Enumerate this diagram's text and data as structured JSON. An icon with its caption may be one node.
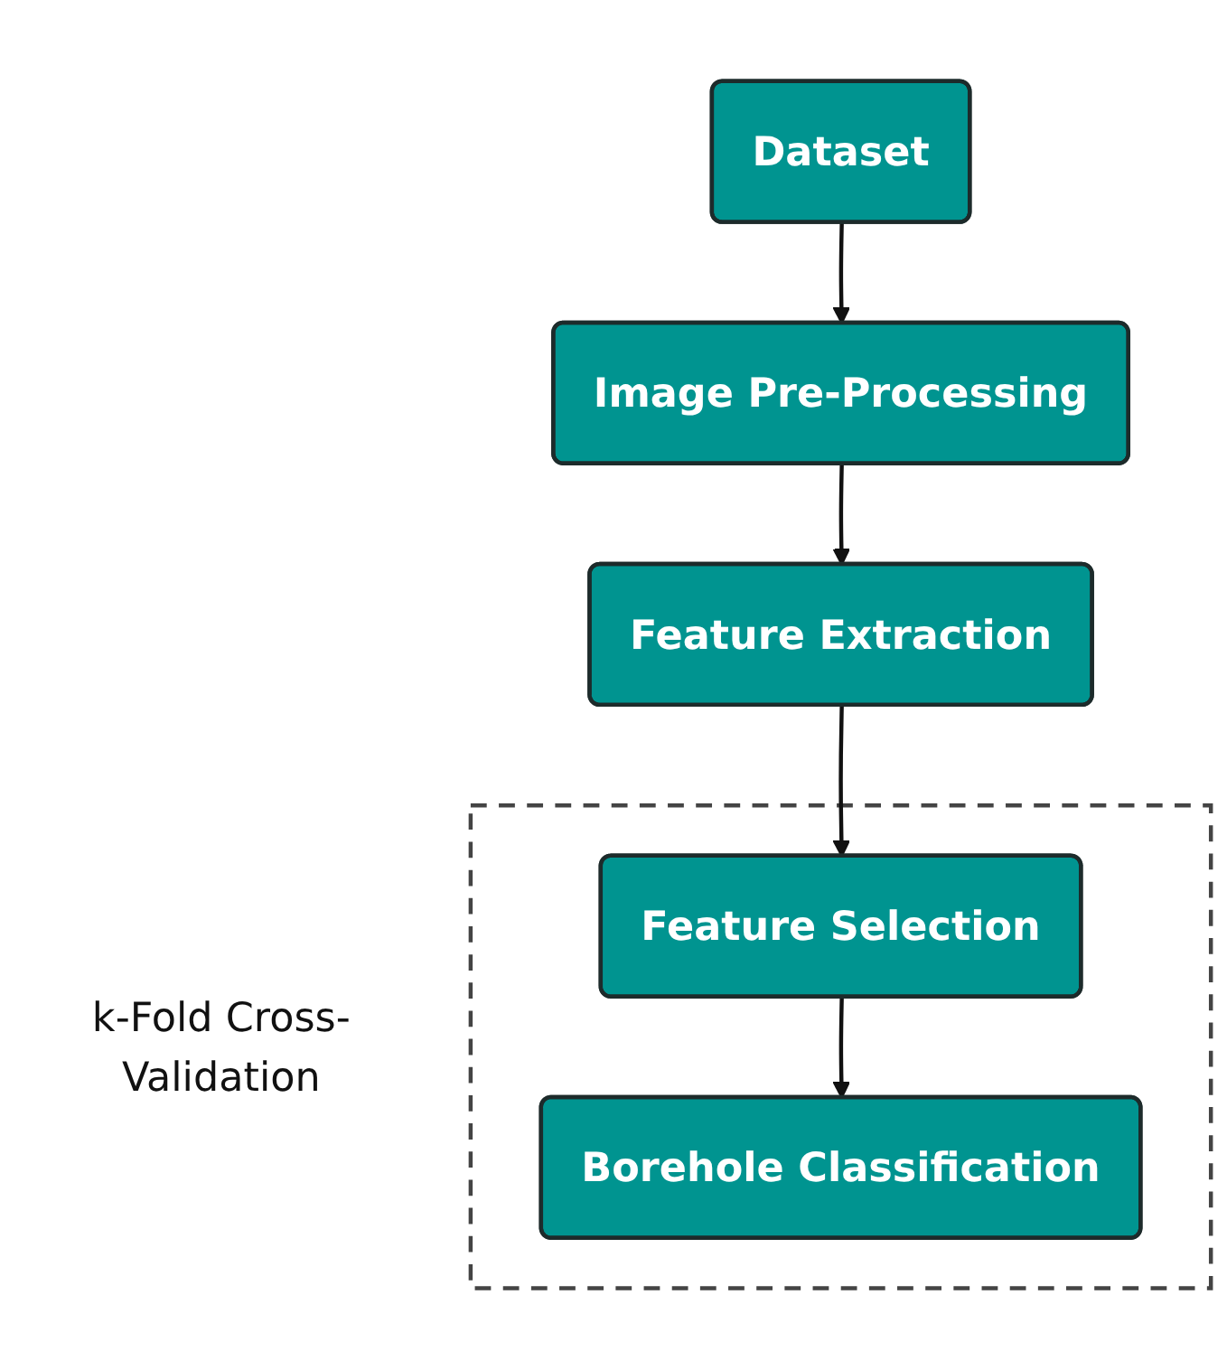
{
  "diagram": {
    "nodes": [
      {
        "text": [
          "Dataset"
        ]
      },
      {
        "text": [
          "Image Pre-Processing"
        ]
      },
      {
        "text": [
          "Feature Extraction"
        ]
      },
      {
        "text": [
          "k-Fold Cross-Validation"
        ]
      },
      {
        "text": [
          "Feature Selection"
        ],
        "in": 3
      },
      {
        "text": [
          "Borehole Classification"
        ],
        "in": 3
      }
    ],
    "edges": [
      {
        "from": 0,
        "to": 1,
        "arrow": "to"
      },
      {
        "from": 1,
        "to": 2,
        "arrow": "to"
      },
      {
        "from": 2,
        "to": 4,
        "arrow": "to"
      },
      {
        "from": 4,
        "to": 5,
        "arrow": "to"
      }
    ]
  }
}
